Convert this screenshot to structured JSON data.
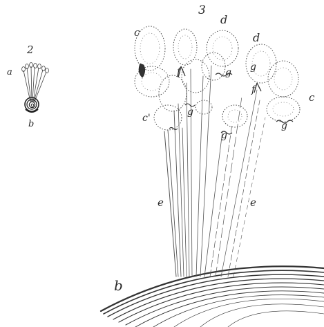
{
  "figure": {
    "fig2": {
      "number": "2",
      "label_a": "a",
      "label_b": "b"
    },
    "fig3": {
      "number": "3",
      "labels": [
        {
          "key": "c_upper_left",
          "text": "c"
        },
        {
          "key": "d_top",
          "text": "d"
        },
        {
          "key": "d_right",
          "text": "d"
        },
        {
          "key": "c_right",
          "text": "c"
        },
        {
          "key": "c_prime",
          "text": "c'"
        },
        {
          "key": "f_left",
          "text": "f"
        },
        {
          "key": "f_right",
          "text": "f"
        },
        {
          "key": "g_left",
          "text": "g"
        },
        {
          "key": "g_center",
          "text": "g"
        },
        {
          "key": "g_mid",
          "text": "g"
        },
        {
          "key": "g_upper_right",
          "text": "g"
        },
        {
          "key": "g_right",
          "text": "g"
        },
        {
          "key": "e_left",
          "text": "e"
        },
        {
          "key": "e_right",
          "text": "e"
        },
        {
          "key": "b_base",
          "text": "b"
        }
      ]
    }
  }
}
